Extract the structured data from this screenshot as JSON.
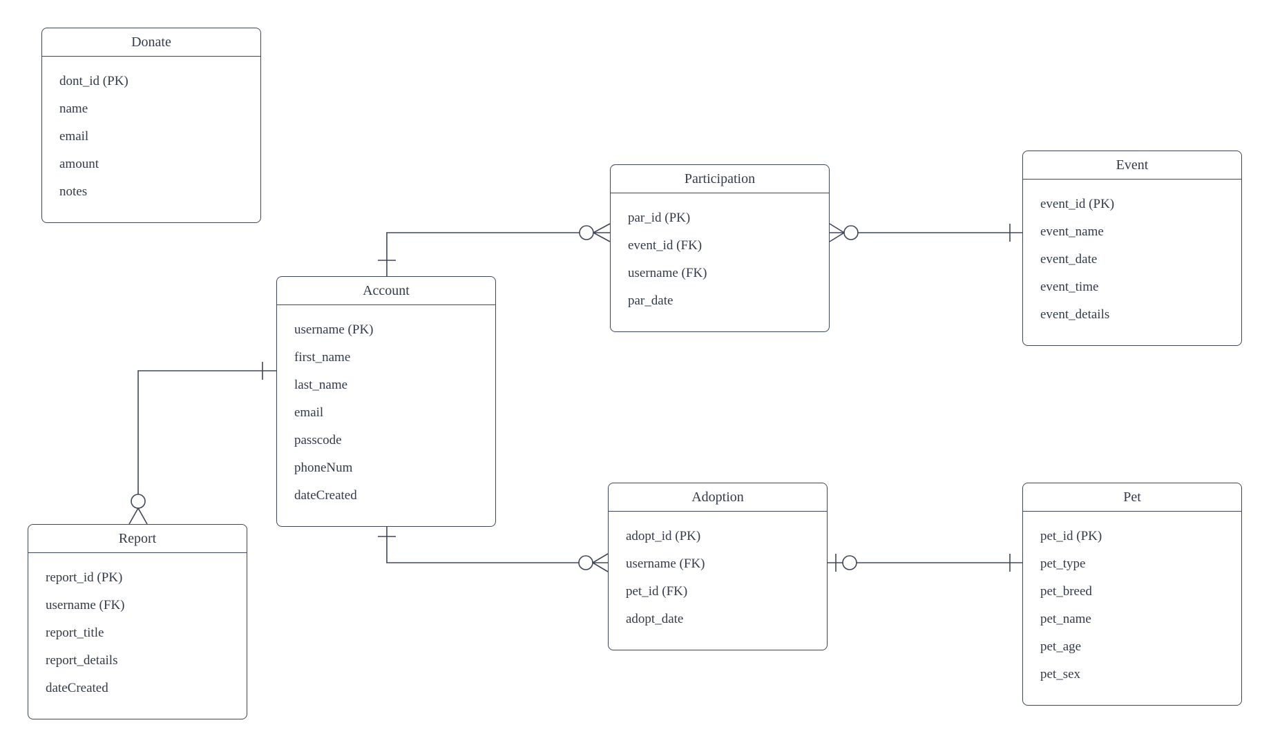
{
  "diagram": {
    "type": "entity-relationship-diagram",
    "notation": "crows-foot",
    "colors": {
      "background": "#ffffff",
      "stroke": "#3e4656",
      "text": "#313b4a"
    },
    "entities": [
      {
        "id": "donate",
        "title": "Donate",
        "fields": [
          "dont_id (PK)",
          "name",
          "email",
          "amount",
          "notes"
        ]
      },
      {
        "id": "participation",
        "title": "Participation",
        "fields": [
          "par_id (PK)",
          "event_id (FK)",
          "username (FK)",
          "par_date"
        ]
      },
      {
        "id": "event",
        "title": "Event",
        "fields": [
          "event_id (PK)",
          "event_name",
          "event_date",
          "event_time",
          "event_details"
        ]
      },
      {
        "id": "account",
        "title": "Account",
        "fields": [
          "username (PK)",
          "first_name",
          "last_name",
          "email",
          "passcode",
          "phoneNum",
          "dateCreated"
        ]
      },
      {
        "id": "report",
        "title": "Report",
        "fields": [
          "report_id (PK)",
          "username (FK)",
          "report_title",
          "report_details",
          "dateCreated"
        ]
      },
      {
        "id": "adoption",
        "title": "Adoption",
        "fields": [
          "adopt_id (PK)",
          "username (FK)",
          "pet_id (FK)",
          "adopt_date"
        ]
      },
      {
        "id": "pet",
        "title": "Pet",
        "fields": [
          "pet_id (PK)",
          "pet_type",
          "pet_breed",
          "pet_name",
          "pet_age",
          "pet_sex"
        ]
      }
    ],
    "relationships": [
      {
        "from": "Account",
        "to": "Participation",
        "from_cardinality": "one",
        "to_cardinality": "zero-or-many"
      },
      {
        "from": "Event",
        "to": "Participation",
        "from_cardinality": "one",
        "to_cardinality": "zero-or-many"
      },
      {
        "from": "Account",
        "to": "Report",
        "from_cardinality": "one",
        "to_cardinality": "zero-or-many"
      },
      {
        "from": "Account",
        "to": "Adoption",
        "from_cardinality": "one",
        "to_cardinality": "zero-or-many"
      },
      {
        "from": "Pet",
        "to": "Adoption",
        "from_cardinality": "one",
        "to_cardinality": "zero-or-one"
      }
    ]
  }
}
